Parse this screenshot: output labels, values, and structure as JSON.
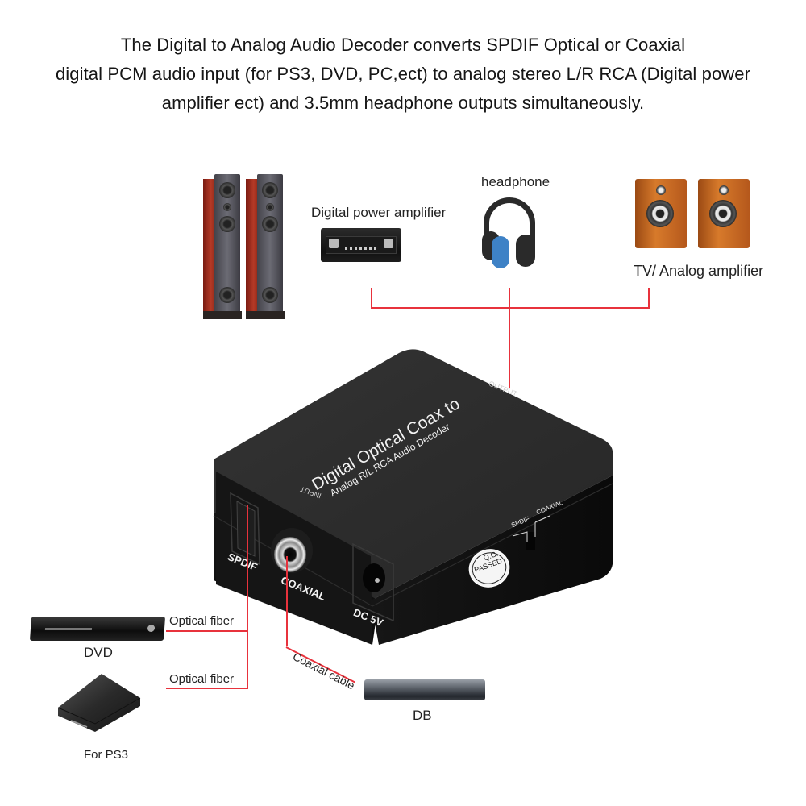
{
  "headline": {
    "lines": [
      "The Digital to Analog Audio Decoder converts SPDIF Optical or Coaxial",
      "digital PCM audio input (for PS3, DVD, PC,ect) to analog stereo L/R RCA (Digital power",
      "amplifier ect) and 3.5mm headphone outputs simultaneously."
    ]
  },
  "outputs": {
    "digital_amp_label": "Digital power amplifier",
    "headphone_label": "headphone",
    "analog_amp_label": "TV/ Analog amplifier"
  },
  "decoder": {
    "title": "Digital Optical Coax to",
    "subtitle": "Analog R/L RCA Audio Decoder",
    "output_label": "OUTPUT",
    "input_label": "INPUT",
    "ports": {
      "spdif": "SPDIF",
      "coaxial": "COAXIAL",
      "dc": "DC 5V"
    },
    "switch": {
      "left": "SPDIF",
      "right": "COAXIAL"
    },
    "qc_sticker": {
      "line1": "Q.C.",
      "line2": "PASSED"
    }
  },
  "inputs": {
    "dvd": {
      "label": "DVD",
      "cable": "Optical fiber"
    },
    "ps3": {
      "label": "For PS3",
      "cable": "Optical fiber"
    },
    "db": {
      "label": "DB",
      "cable": "Coaxial cable"
    }
  },
  "colors": {
    "wire": "#e8323c",
    "device_body": "#1c1c1c",
    "text": "#161616"
  }
}
